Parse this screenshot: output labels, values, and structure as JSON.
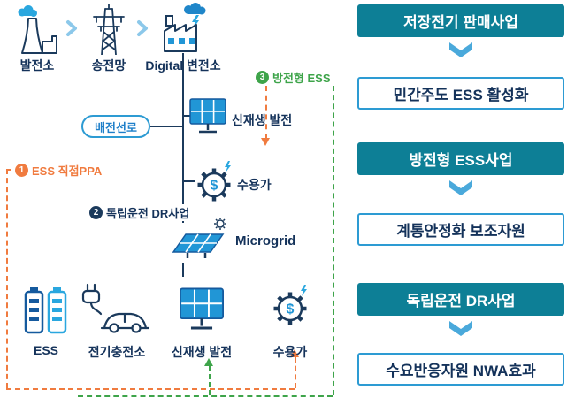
{
  "colors": {
    "teal_header": "#0d7f96",
    "flow_arrow": "#4aa9db",
    "result_border": "#2d9bd3",
    "navy_icon_stroke": "#1b3a5c",
    "text_navy": "#14325a",
    "panel_blue": "#2196d6",
    "light_blue": "#2aa7df",
    "orange": "#f07b3f",
    "green": "#3ea44a",
    "distribution_pill_text": "#1e7fc9"
  },
  "diagram": {
    "top_nodes": [
      {
        "label": "발전소",
        "icon": "cooling-tower-icon"
      },
      {
        "label": "송전망",
        "icon": "transmission-tower-icon"
      },
      {
        "label": "Digital 변전소",
        "icon": "smart-substation-icon"
      }
    ],
    "distribution_line": "배전선로",
    "renewable_top": "신재생 발전",
    "consumer_top": "수용가",
    "consumer_symbol": "$",
    "microgrid": "Microgrid",
    "annotations": {
      "direct_ppa": {
        "badge": "1",
        "text": "ESS 직접PPA"
      },
      "independent_dr": {
        "badge": "2",
        "text": "독립운전 DR사업"
      },
      "discharge_ess": {
        "badge": "3",
        "text": "방전형 ESS"
      }
    },
    "bottom_nodes": [
      {
        "label": "ESS",
        "icon": "battery-ess-icon"
      },
      {
        "label": "전기충전소",
        "icon": "ev-charging-icon"
      },
      {
        "label": "신재생 발전",
        "icon": "solar-panel-icon"
      },
      {
        "label": "수용가",
        "icon": "consumer-gear-icon"
      }
    ]
  },
  "flow_panel": {
    "steps": [
      {
        "header": "저장전기 판매사업",
        "result": "민간주도 ESS 활성화"
      },
      {
        "header": "방전형 ESS사업",
        "result": "계통안정화 보조자원"
      },
      {
        "header": "독립운전 DR사업",
        "result": "수요반응자원 NWA효과"
      }
    ]
  }
}
